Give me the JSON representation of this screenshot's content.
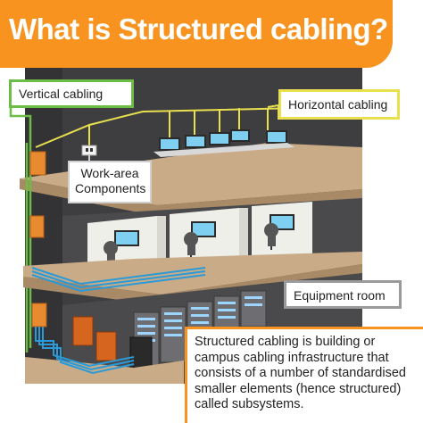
{
  "title": "What is Structured cabling?",
  "colors": {
    "banner": "#f7931e",
    "vertical_cabling": "#6cbd45",
    "horizontal_cabling": "#e8e04f",
    "network_cable": "#2a9ad8",
    "floor_slab": "#c9ab87",
    "wall": "#3e3e40",
    "equipment_border": "#9a9a9a",
    "description_border": "#f7931e"
  },
  "labels": {
    "vertical_cabling": "Vertical cabling",
    "horizontal_cabling": "Horizontal cabling",
    "work_area_line1": "Work-area",
    "work_area_line2": "Components",
    "equipment_room": "Equipment room"
  },
  "description": [
    "Structured cabling is building or",
    "campus cabling infrastructure that",
    "consists of a number of standardised",
    "smaller elements (hence structured)",
    "called subsystems."
  ]
}
